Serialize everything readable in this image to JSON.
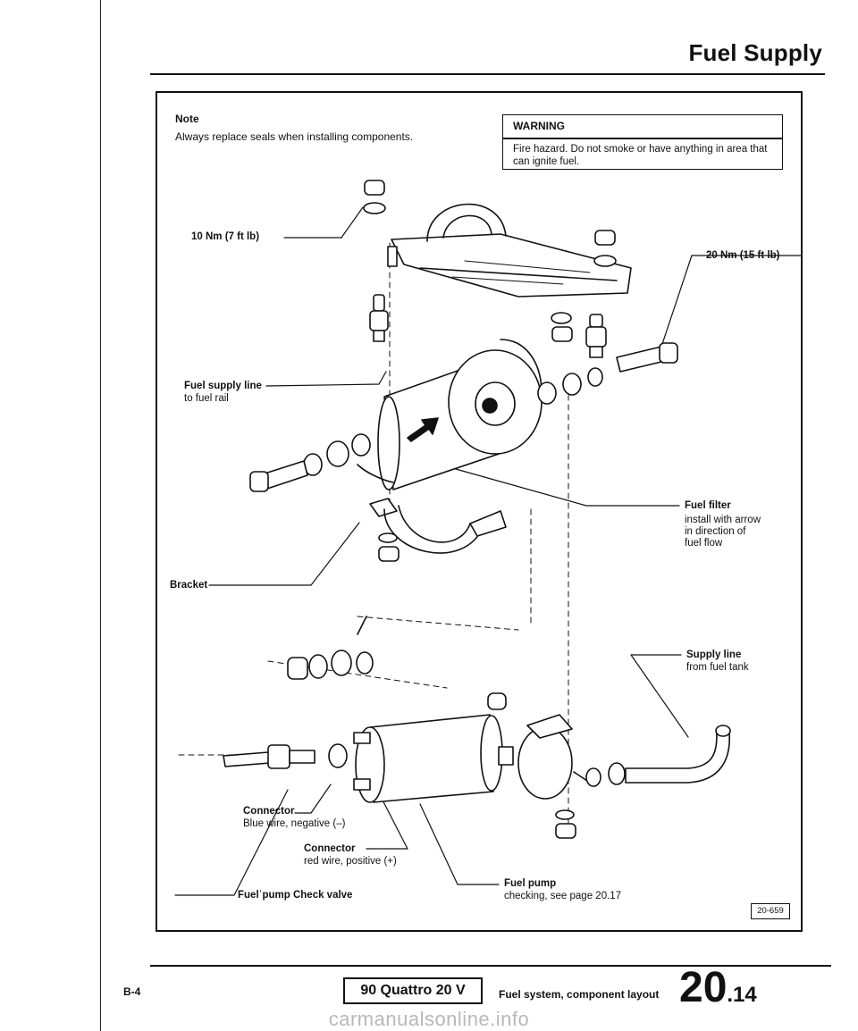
{
  "header": {
    "title": "Fuel Supply"
  },
  "note": {
    "title": "Note",
    "text": "Always replace seals when installing components."
  },
  "warning": {
    "title": "WARNING",
    "text": "Fire hazard. Do not smoke or have anything in area that can ignite fuel."
  },
  "labels": {
    "torque_10": "10 Nm (7 ft lb)",
    "torque_20": "20 Nm (15 ft lb)",
    "fuel_supply_line": {
      "title": "Fuel supply line",
      "sub": "to fuel rail"
    },
    "fuel_filter": {
      "title": "Fuel filter",
      "sub": [
        "install with arrow",
        "in direction of",
        "fuel flow"
      ]
    },
    "bracket": "Bracket",
    "supply_line": {
      "title": "Supply line",
      "sub": "from fuel tank"
    },
    "connector_neg": {
      "title": "Connector",
      "sub": "Blue wire, negative (–)"
    },
    "connector_pos": {
      "title": "Connector",
      "sub": "red wire, positive (+)"
    },
    "fuel_pump": {
      "title": "Fuel pump",
      "sub": "checking, see page 20.17"
    },
    "check_valve": "Fuelˈpump Check valve"
  },
  "figure_ref": "20-659",
  "footer": {
    "page_code": "B-4",
    "model": "90 Quattro 20 V",
    "caption": "Fuel system, component layout",
    "section_major": "20",
    "section_minor": ".14"
  },
  "watermark": "carmanualsonline.info"
}
